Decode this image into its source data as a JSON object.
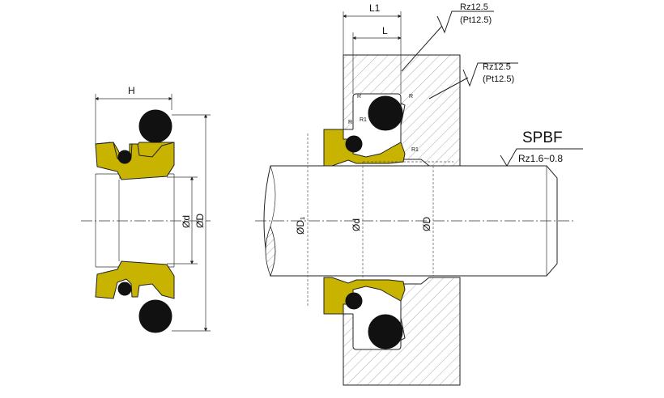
{
  "model": "SPBF",
  "colors": {
    "seal": "#c8b400",
    "oring": "#111111",
    "line": "#222222"
  },
  "labels": {
    "H": "H",
    "phi_d_left": "Ød",
    "phi_D_left": "ØD",
    "L1": "L1",
    "L": "L",
    "phi_D1": "ØD₁",
    "phi_d_right": "Ød",
    "phi_D_right": "ØD",
    "R_a": "R",
    "R_b": "R",
    "R_c": "R",
    "R1_a": "R1",
    "R1_b": "R1"
  },
  "roughness": {
    "groove_bottom_rz": "Rz12.5",
    "groove_bottom_pt": "(Pt12.5)",
    "groove_side_rz": "Rz12.5",
    "groove_side_pt": "(Pt12.5)",
    "shaft": "Rz1.6~0.8"
  }
}
